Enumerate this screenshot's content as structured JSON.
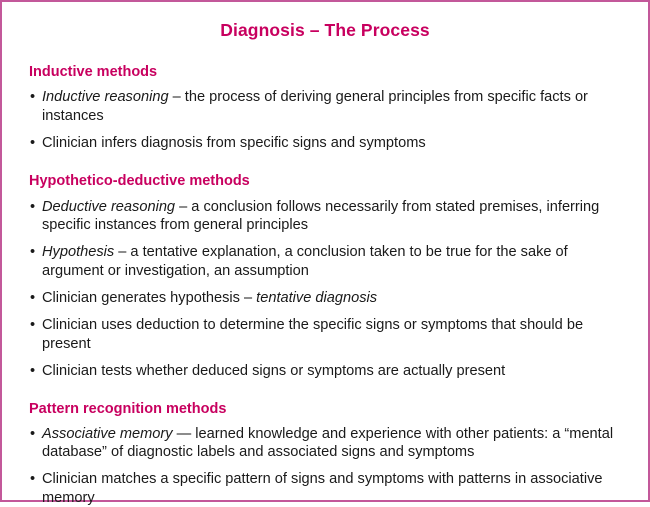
{
  "slide": {
    "title": "Diagnosis – The Process",
    "border_color": "#c3589a",
    "accent_color": "#c8005f",
    "background_color": "#ffffff",
    "sections": [
      {
        "heading": "Inductive methods",
        "bullets": [
          {
            "italic_lead": "Inductive reasoning",
            "rest": " – the process of deriving general principles from specific facts or instances"
          },
          {
            "italic_lead": "",
            "rest": "Clinician infers diagnosis from specific signs and symptoms"
          }
        ]
      },
      {
        "heading": "Hypothetico-deductive methods",
        "bullets": [
          {
            "italic_lead": "Deductive reasoning",
            "rest": " – a conclusion follows necessarily from stated premises, inferring specific instances from general principles"
          },
          {
            "italic_lead": "Hypothesis",
            "rest": " – a tentative explanation, a conclusion taken to be true for the sake of argument or investigation, an assumption"
          },
          {
            "italic_lead": "",
            "rest": "Clinician generates hypothesis – ",
            "italic_tail": "tentative diagnosis"
          },
          {
            "italic_lead": "",
            "rest": "Clinician uses deduction to determine the specific signs or symptoms that should be present"
          },
          {
            "italic_lead": "",
            "rest": "Clinician tests whether deduced signs or symptoms are actually present"
          }
        ]
      },
      {
        "heading": "Pattern recognition methods",
        "bullets": [
          {
            "italic_lead": "Associative memory",
            "rest": " — learned knowledge and experience with other patients: a “mental database” of diagnostic labels and associated signs and symptoms"
          },
          {
            "italic_lead": "",
            "rest": "Clinician matches a specific pattern of signs and symptoms with patterns in associative memory"
          }
        ]
      }
    ]
  }
}
